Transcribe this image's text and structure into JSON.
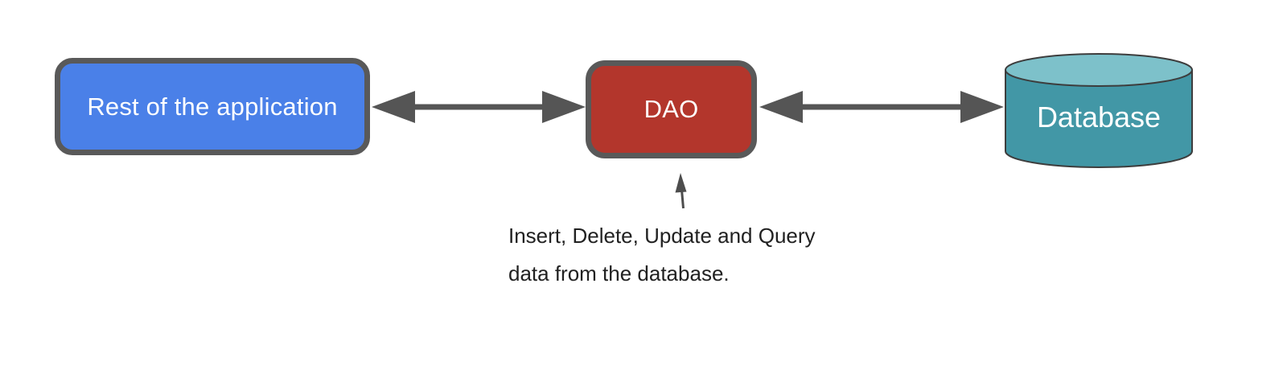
{
  "colors": {
    "background": "#ffffff",
    "node_border": "#595959",
    "node_text": "#ffffff",
    "arrow": "#555555",
    "pointer_arrow": "#4d4d4d",
    "annotation_text": "#212121",
    "rest_app_fill": "#4a80e8",
    "dao_fill": "#b3362c",
    "db_body_fill": "#4297a6",
    "db_top_fill": "#7dc1ca",
    "db_stroke": "#3d3d3d"
  },
  "nodes": {
    "rest_app": {
      "label": "Rest of the application"
    },
    "dao": {
      "label": "DAO"
    },
    "database": {
      "label": "Database"
    }
  },
  "annotation": {
    "line1": "Insert, Delete, Update and Query",
    "line2": "data from the database."
  }
}
